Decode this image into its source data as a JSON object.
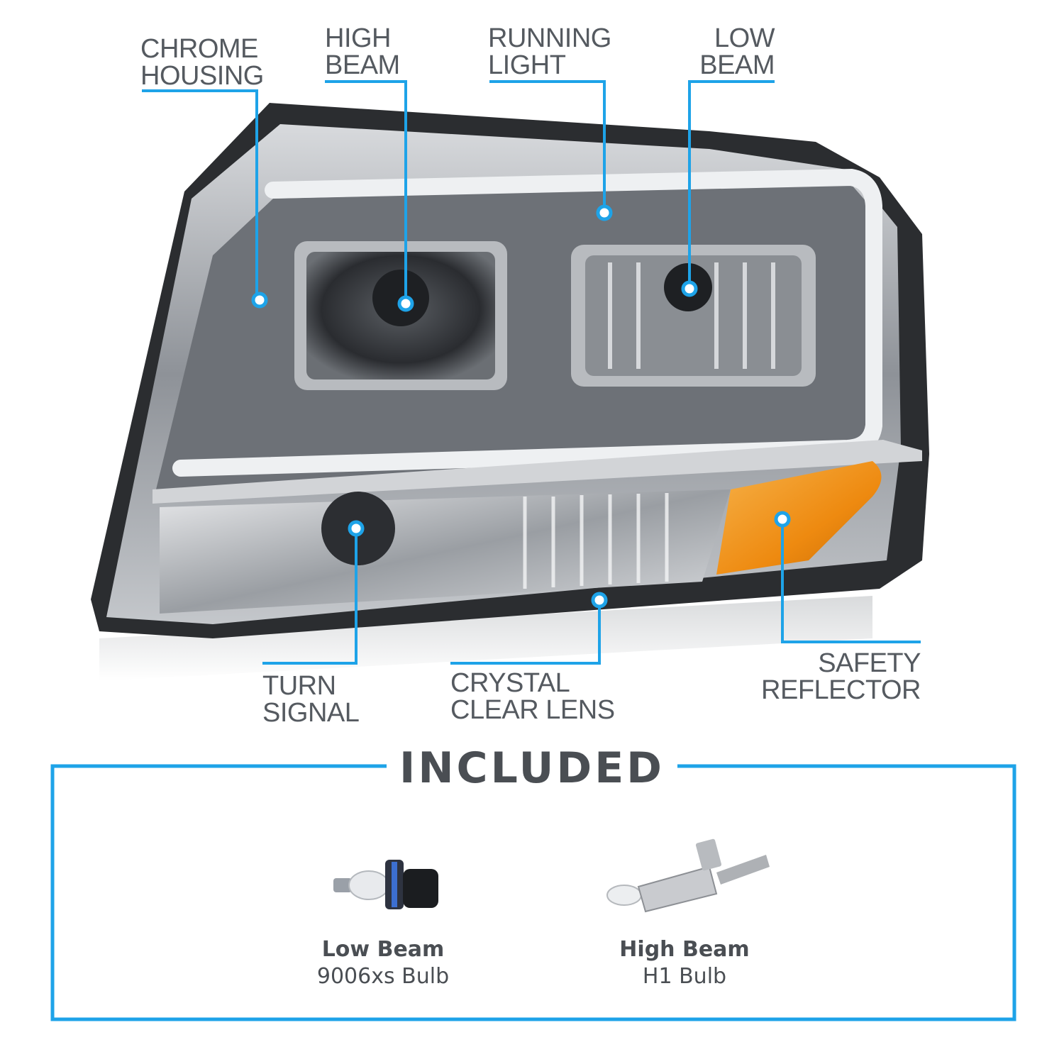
{
  "callouts": {
    "chrome_housing": [
      "CHROME",
      "HOUSING"
    ],
    "high_beam": [
      "HIGH",
      "BEAM"
    ],
    "running_light": [
      "RUNNING",
      "LIGHT"
    ],
    "low_beam": [
      "LOW",
      "BEAM"
    ],
    "turn_signal": [
      "TURN",
      "SIGNAL"
    ],
    "crystal_clear_lens": [
      "CRYSTAL",
      "CLEAR LENS"
    ],
    "safety_reflector": [
      "SAFETY",
      "REFLECTOR"
    ]
  },
  "included": {
    "title": "INCLUDED",
    "items": [
      {
        "title": "Low Beam",
        "subtitle": "9006xs Bulb"
      },
      {
        "title": "High Beam",
        "subtitle": "H1 Bulb"
      }
    ]
  },
  "colors": {
    "accent": "#1ea3e8",
    "label_text": "#555a60",
    "housing_dark": "#2b2d30",
    "chrome": "#c9ccd0",
    "amber": "#f08a12"
  }
}
